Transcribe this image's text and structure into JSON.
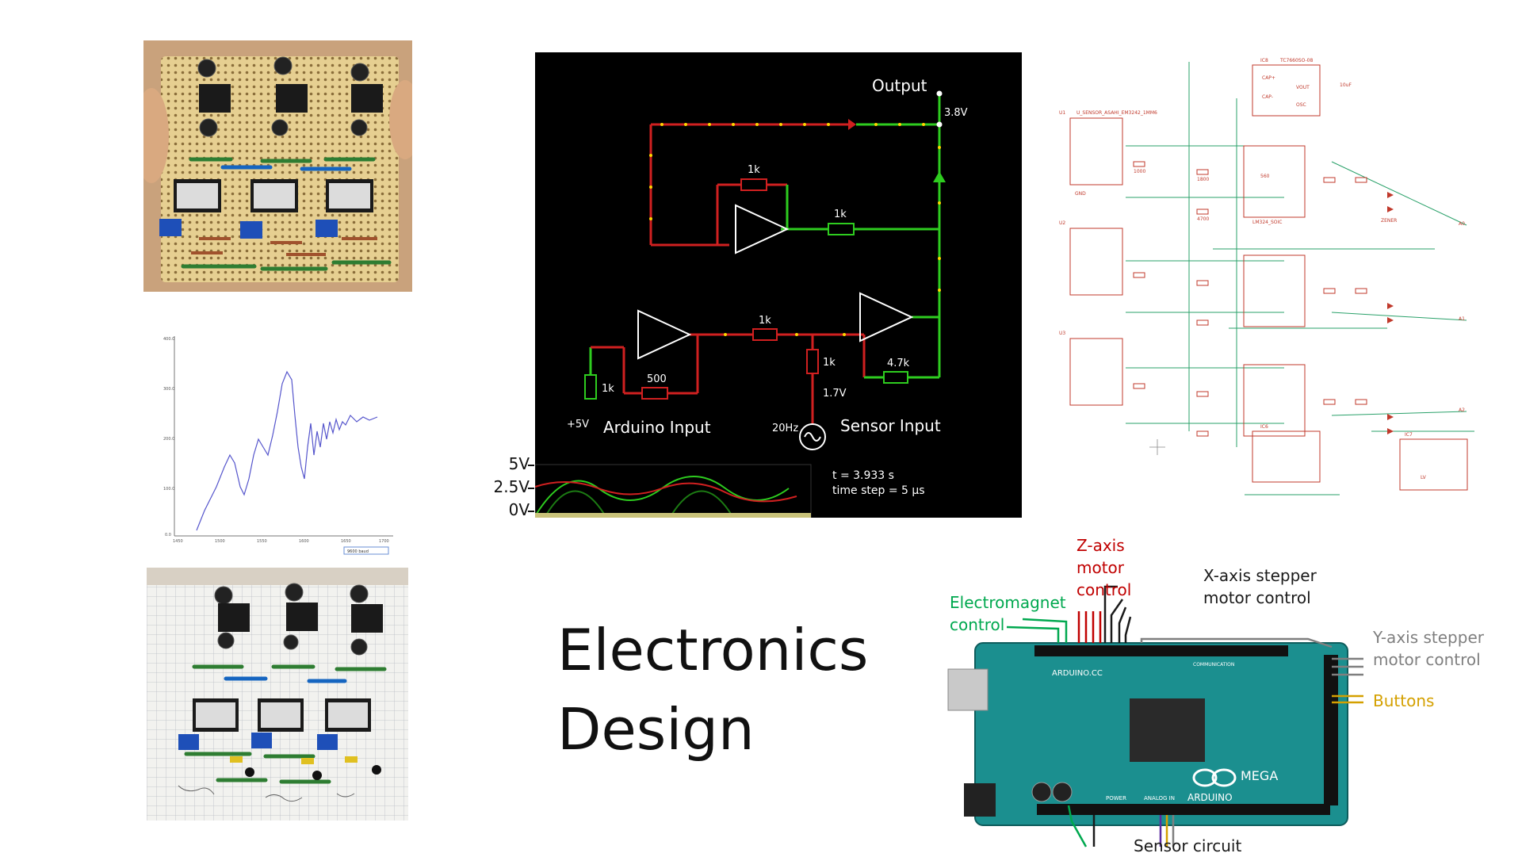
{
  "slide": {
    "title": "Electronics\nDesign"
  },
  "simulator": {
    "labels": {
      "output": "Output",
      "output_voltage": "3.8V",
      "r_feedback_top": "1k",
      "r_opamp_out": "1k",
      "r_mid": "1k",
      "r_left": "1k",
      "r_500": "500",
      "r_sensor": "1k",
      "r_47k": "4.7k",
      "node_voltage": "1.7V",
      "supply": "+5V",
      "arduino_input": "Arduino Input",
      "freq": "20Hz",
      "sensor_input": "Sensor Input",
      "time": "t = 3.933 s",
      "time_step": "time step = 5 µs"
    },
    "scope_axis": [
      "5V",
      "2.5V",
      "0V"
    ],
    "colors": {
      "wire_high": "#2ecc1f",
      "wire_low": "#d02020",
      "node": "#ffd400",
      "background": "#000000"
    }
  },
  "arduino": {
    "annotations": {
      "z_axis": "Z-axis\nmotor\ncontrol",
      "x_axis": "X-axis stepper\nmotor control",
      "electromagnet": "Electromagnet\ncontrol",
      "y_axis": "Y-axis stepper\nmotor control",
      "buttons": "Buttons",
      "sensor": "Sensor circuit"
    },
    "board_text": {
      "brand": "ARDUINO.CC",
      "model": "MEGA",
      "logo": "ARDUINO",
      "header_label": "COMMUNICATION",
      "power": "POWER",
      "analog": "ANALOG IN"
    },
    "colors": {
      "z_axis": "#c00000",
      "electromagnet": "#00a84f",
      "x_axis": "#1a1a1a",
      "y_axis": "#7f7f7f",
      "buttons": "#d4a000",
      "sensor": "#1a1a1a",
      "board": "#1b8f8f"
    }
  },
  "schematic": {
    "parts": [
      "IC8",
      "TC7660SO-08",
      "U1",
      "U_SENSOR_ASAHI_EM3242_1MM6",
      "U2",
      "U3",
      "IC6",
      "IC7",
      "LM324_SOIC",
      "ZENER",
      "GND",
      "A0",
      "A1",
      "A2",
      "CAP+",
      "CAP-",
      "VOUT",
      "OSC",
      "LV",
      "10uF",
      "1800",
      "560",
      "4700",
      "1000"
    ],
    "colors": {
      "wire": "#2aa16a",
      "part": "#c0392b"
    }
  },
  "plot": {
    "baud": "9600 baud",
    "y_ticks": [
      "400.0",
      "300.0",
      "200.0",
      "100.0",
      "0.0"
    ],
    "x_ticks": [
      "1450",
      "1500",
      "1550",
      "1600",
      "1650",
      "1700"
    ],
    "color": "#5555cc"
  }
}
